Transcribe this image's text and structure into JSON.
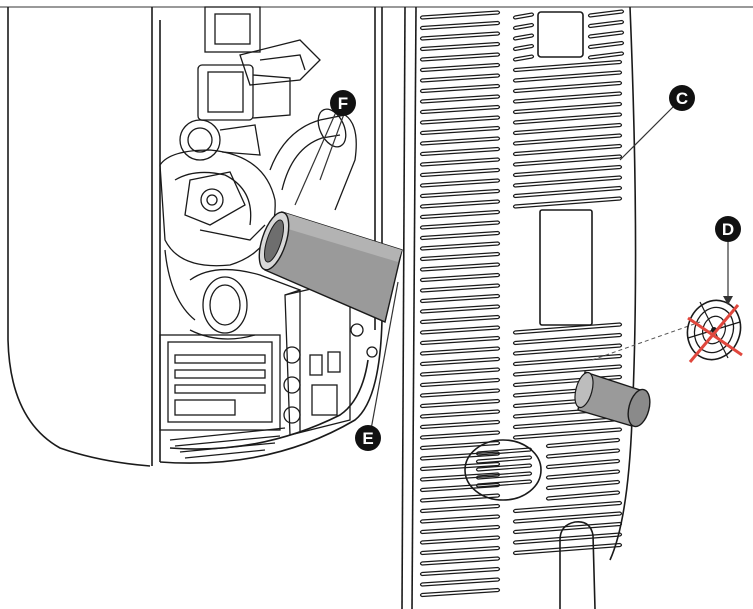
{
  "callouts": {
    "c": "C",
    "d": "D",
    "e": "E",
    "f": "F"
  },
  "colors": {
    "line": "#1a1a1a",
    "pipe": "#9a9a9a",
    "pipe_dark": "#6e6e6e",
    "cross_out": "#e0473d",
    "callout_fill": "#111111",
    "leader": "#333333"
  },
  "icons": {
    "excluded_part": "grille-crossed-out-icon"
  }
}
